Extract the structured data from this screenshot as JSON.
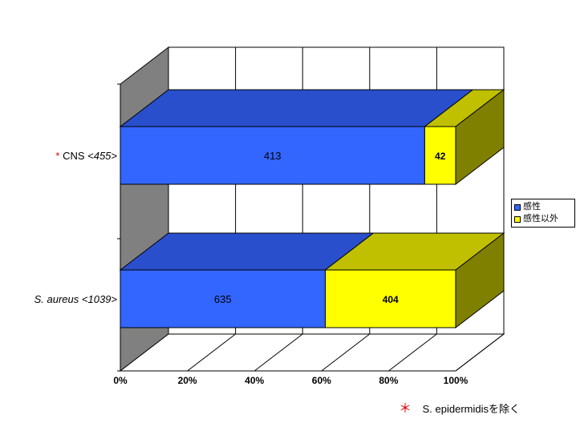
{
  "chart_data": {
    "type": "bar",
    "orientation": "horizontal",
    "stacked": "percent",
    "three_d": true,
    "categories": [
      {
        "marker": "*",
        "name": "CNS",
        "count": "<455>"
      },
      {
        "marker": "",
        "name": "S. aureus",
        "count": "<1039>"
      }
    ],
    "series": [
      {
        "name": "感性",
        "color": "#3366ff",
        "values": [
          413,
          635
        ]
      },
      {
        "name": "感性以外",
        "color": "#ffff00",
        "values": [
          42,
          404
        ]
      }
    ],
    "data_labels": [
      [
        "413",
        "42"
      ],
      [
        "635",
        "404"
      ]
    ],
    "x_ticks": [
      "0%",
      "20%",
      "40%",
      "60%",
      "80%",
      "100%"
    ],
    "xlim": [
      0,
      100
    ],
    "grid": true,
    "legend_position": "right"
  },
  "footnote": {
    "mark": "＊",
    "text": "S. epidermidisを除く"
  },
  "colors": {
    "wall_side": "#808080",
    "blue_top": "#2a4fcc",
    "yellow_top": "#c0c000",
    "yellow_side": "#808000",
    "marker_red": "#e00000"
  }
}
